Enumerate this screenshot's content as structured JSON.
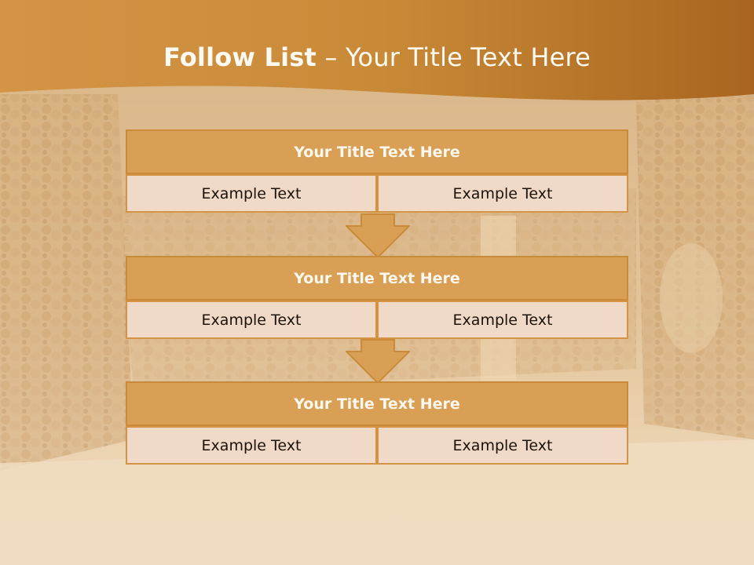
{
  "header": {
    "title_bold": "Follow List",
    "title_rest": " – Your Title Text Here"
  },
  "steps": [
    {
      "title": "Your Title Text Here",
      "left": "Example Text",
      "right": "Example Text"
    },
    {
      "title": "Your Title Text Here",
      "left": "Example Text",
      "right": "Example Text"
    },
    {
      "title": "Your Title Text Here",
      "left": "Example Text",
      "right": "Example Text"
    }
  ],
  "colors": {
    "header_band": "#c98a38",
    "title_bar": "#d9a055",
    "cell_fill": "#f0dac7",
    "border": "#c98a3a",
    "background_tone": "#e8cfaa"
  }
}
